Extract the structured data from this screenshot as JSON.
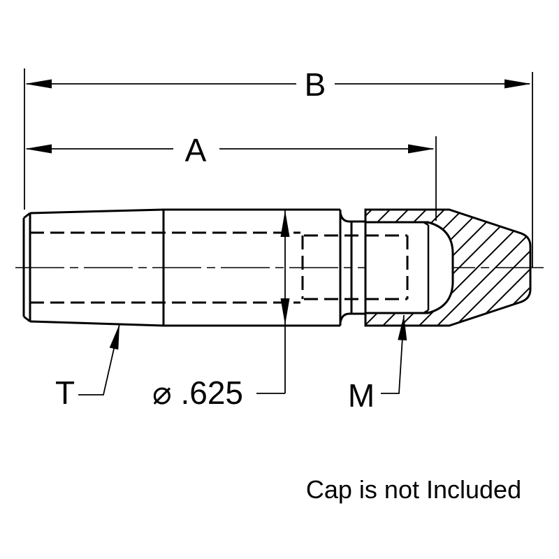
{
  "page": {
    "background": "#ffffff",
    "line_color": "#000000"
  },
  "drawing": {
    "dimensions": {
      "overall_length": {
        "label": "B"
      },
      "length_to_cap": {
        "label": "A"
      },
      "body_diameter": {
        "label": "⌀ .625"
      },
      "thread_t": {
        "label": "T"
      },
      "thread_m": {
        "label": "M"
      }
    },
    "note": "Cap is not Included"
  }
}
